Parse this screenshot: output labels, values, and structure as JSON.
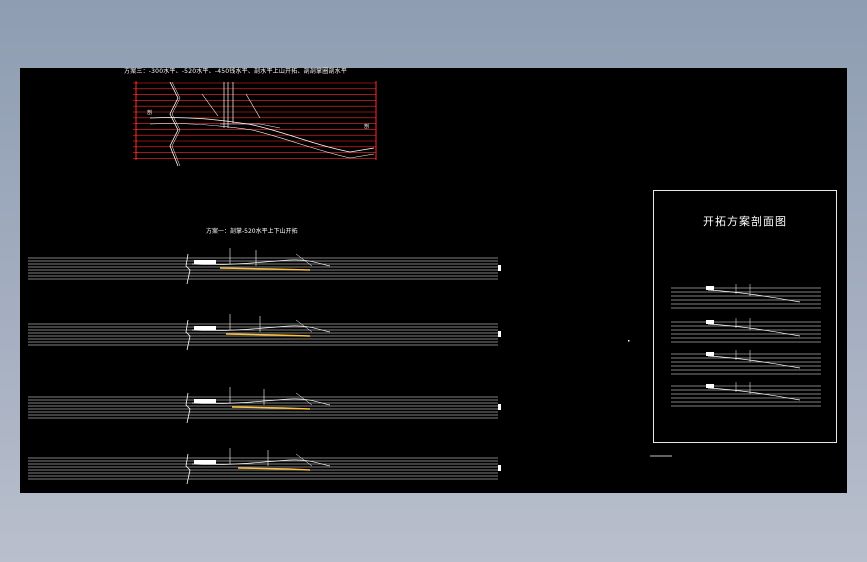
{
  "drawing": {
    "plan_three_title": "方案三：-300水平、-520水平、-450钱水平、剖水平上山开拓、剖剖掌圈剖水平",
    "plan_one_title": "方案一：剖掌-520水平上下山开拓",
    "panel_title": "开拓方案剖面图"
  },
  "colors": {
    "background": "#000000",
    "line_white": "#ffffff",
    "line_red": "#ff2a2a",
    "line_yellow": "#ffc23a",
    "frame": "#e8e8e8"
  }
}
